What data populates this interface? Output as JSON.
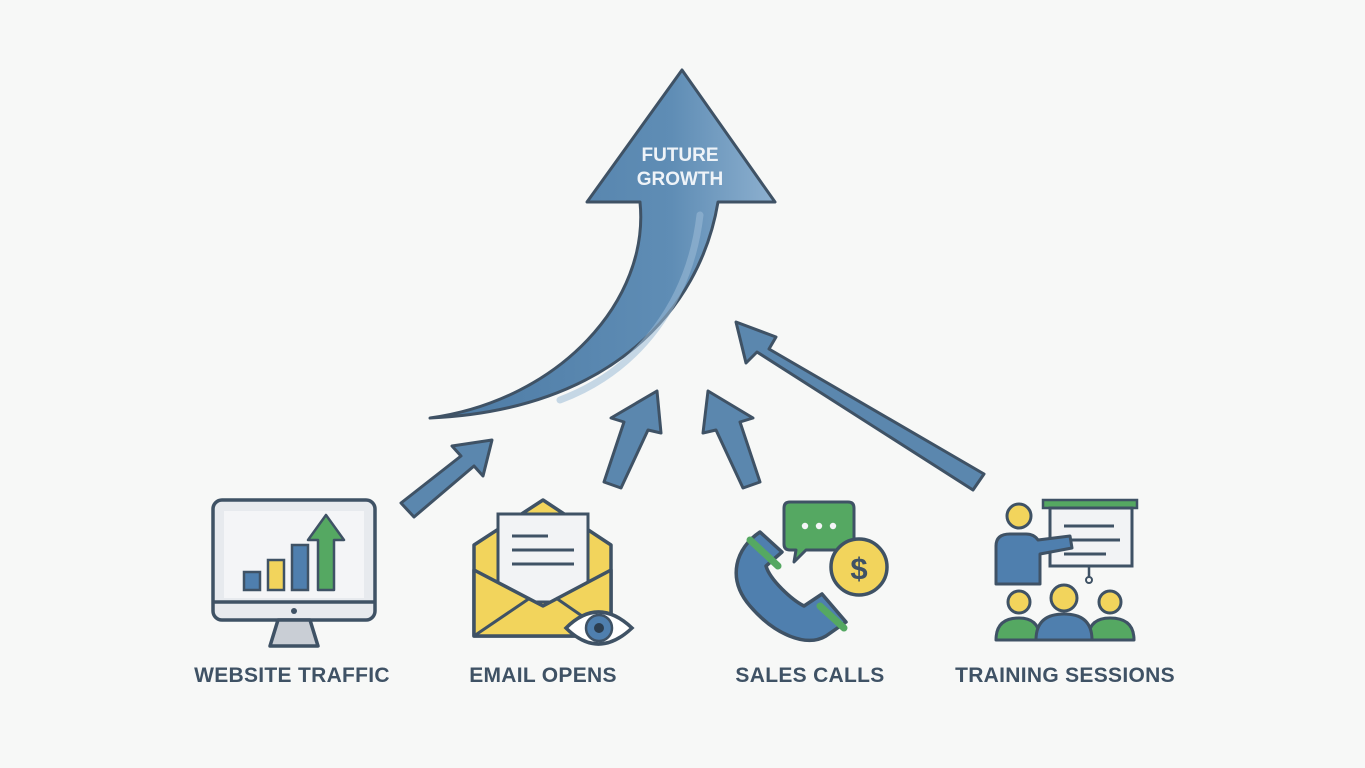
{
  "main_arrow": {
    "label_line1": "FUTURE",
    "label_line2": "GROWTH"
  },
  "inputs": [
    {
      "label": "WEBSITE TRAFFIC",
      "icon": "monitor-bar-chart-icon"
    },
    {
      "label": "EMAIL OPENS",
      "icon": "envelope-eye-icon"
    },
    {
      "label": "SALES CALLS",
      "icon": "phone-chat-dollar-icon"
    },
    {
      "label": "TRAINING SESSIONS",
      "icon": "presentation-audience-icon"
    }
  ],
  "colors": {
    "background": "#f7f8f7",
    "outline": "#3f5265",
    "arrow_blue": "#5b87ae",
    "arrow_blue_light": "#8fb1cf",
    "green": "#55a862",
    "yellow": "#f2d45c",
    "blue": "#4f7fae"
  }
}
